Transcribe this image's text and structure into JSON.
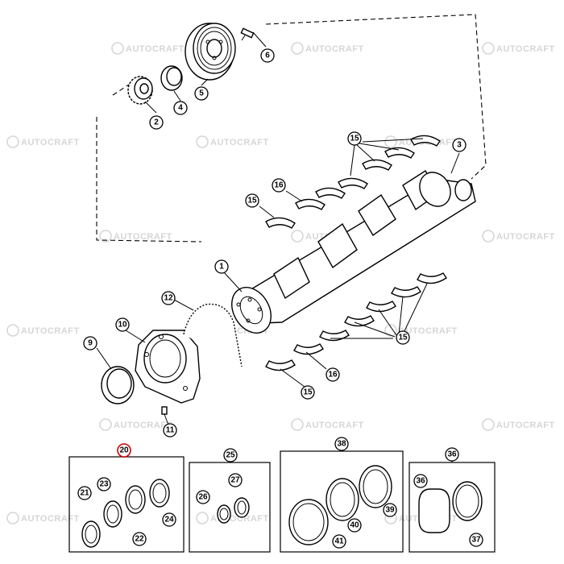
{
  "watermark": {
    "text": "AUTOCRAFT"
  },
  "callouts": {
    "c1": "1",
    "c2": "2",
    "c3": "3",
    "c4": "4",
    "c5": "5",
    "c6": "6",
    "c9": "9",
    "c10": "10",
    "c11": "11",
    "c12": "12",
    "c15a": "15",
    "c15b": "15",
    "c15c": "15",
    "c15d": "15",
    "c16a": "16",
    "c16b": "16",
    "c20": "20",
    "c21": "21",
    "c22": "22",
    "c23": "23",
    "c24": "24",
    "c25": "25",
    "c26": "26",
    "c27": "27",
    "c36a": "36",
    "c36b": "36",
    "c37": "37",
    "c38": "38",
    "c39": "39",
    "c40": "40",
    "c41": "41"
  },
  "highlight_color": "#d10000"
}
